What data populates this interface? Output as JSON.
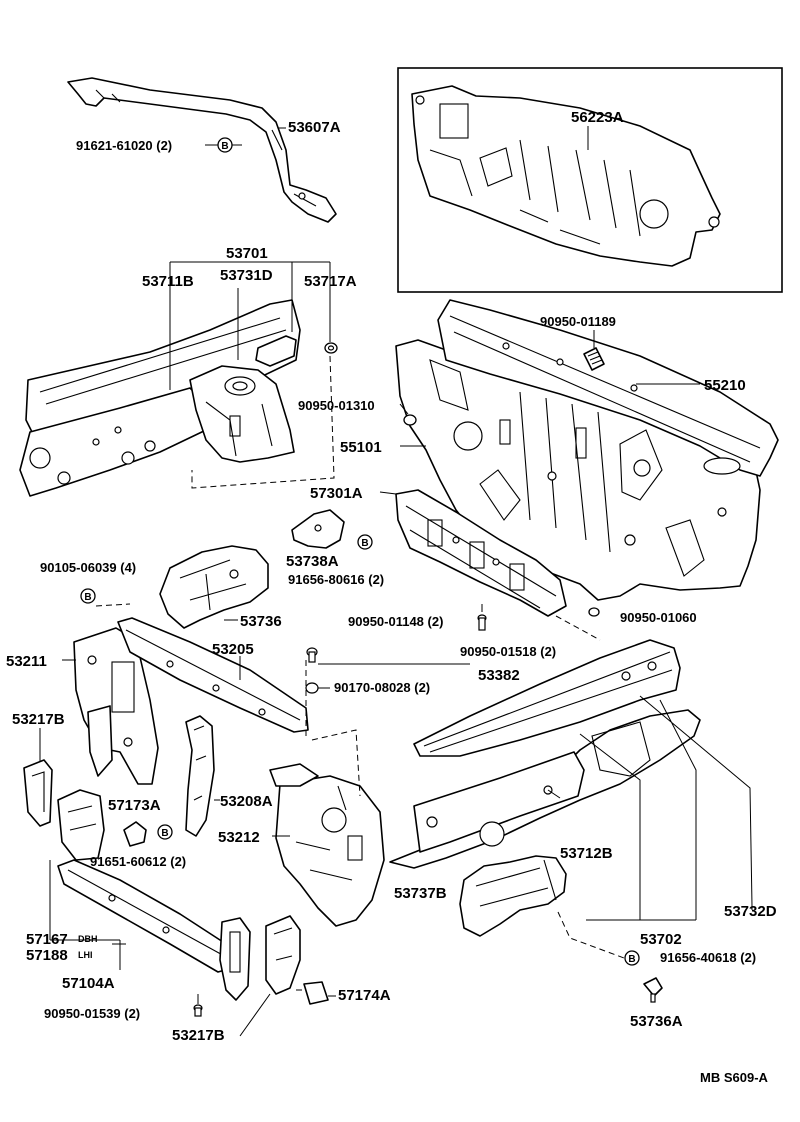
{
  "diagram": {
    "labels": {
      "p53607A": "53607A",
      "p91621": "91621-61020 (2)",
      "p56223A": "56223A",
      "p53701": "53701",
      "p53711B": "53711B",
      "p53731D": "53731D",
      "p53717A": "53717A",
      "p90950_01189": "90950-01189",
      "p55210": "55210",
      "p90950_01310": "90950-01310",
      "p55101": "55101",
      "p57301A": "57301A",
      "p53738A": "53738A",
      "p91656_80616": "91656-80616 (2)",
      "p90105": "90105-06039 (4)",
      "p53736": "53736",
      "p90950_01148": "90950-01148 (2)",
      "p90950_01060": "90950-01060",
      "p53211": "53211",
      "p53205": "53205",
      "p90950_01518": "90950-01518 (2)",
      "p53382": "53382",
      "p90170": "90170-08028 (2)",
      "p53217B_top": "53217B",
      "p57173A": "57173A",
      "p53208A": "53208A",
      "p53212": "53212",
      "p91651": "91651-60612 (2)",
      "p53712B": "53712B",
      "p53737B": "53737B",
      "p53732D": "53732D",
      "p57167": "57167",
      "p57168": "57188",
      "p57167_note": "DBH",
      "p57168_note": "LHI",
      "p57104A": "57104A",
      "p53702": "53702",
      "p91656_40618": "91656-40618 (2)",
      "p57174A": "57174A",
      "p90950_01539": "90950-01539 (2)",
      "p53217B_bottom": "53217B",
      "p53736A": "53736A",
      "ref": "MB S609-A"
    },
    "bolt_marker": "B"
  }
}
